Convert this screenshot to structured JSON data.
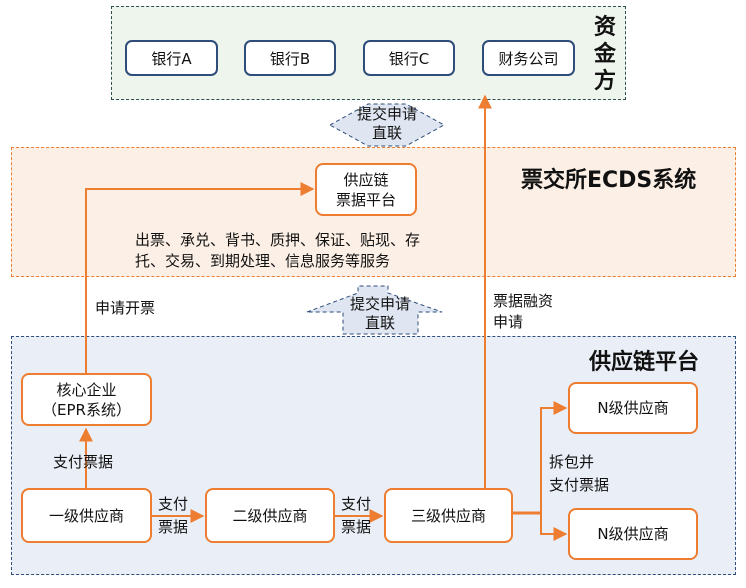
{
  "funders": {
    "title": "资金方",
    "banks": [
      "银行A",
      "银行B",
      "银行C",
      "财务公司"
    ]
  },
  "ecds": {
    "title": "票交所ECDS系统",
    "platform_line1": "供应链",
    "platform_line2": "票据平台",
    "services_line1": "出票、承兑、背书、质押、保证、贴现、存",
    "services_line2": "托、交易、到期处理、信息服务等服务"
  },
  "scf": {
    "title": "供应链平台",
    "core_line1": "核心企业",
    "core_line2": "（EPR系统）",
    "tier1": "一级供应商",
    "tier2": "二级供应商",
    "tier3": "三级供应商",
    "tierN_a": "N级供应商",
    "tierN_b": "N级供应商"
  },
  "arrows": {
    "direct_top_line1": "提交申请",
    "direct_top_line2": "直联",
    "direct_mid_line1": "提交申请",
    "direct_mid_line2": "直联",
    "apply_issue": "申请开票",
    "financing_line1": "票据融资",
    "financing_line2": "申请",
    "pay_bill_core": "支付票据",
    "pay_12_line1": "支付",
    "pay_12_line2": "票据",
    "pay_23_line1": "支付",
    "pay_23_line2": "票据",
    "split_line1": "拆包并",
    "split_line2": "支付票据"
  },
  "colors": {
    "orange": "#ed7d31",
    "navy": "#2e4d7b",
    "funder_fill": "#eef5ec",
    "ecds_fill": "#fcefe6",
    "scf_fill": "#eaeff7",
    "block_arrow_fill": "#dfe6f1"
  }
}
